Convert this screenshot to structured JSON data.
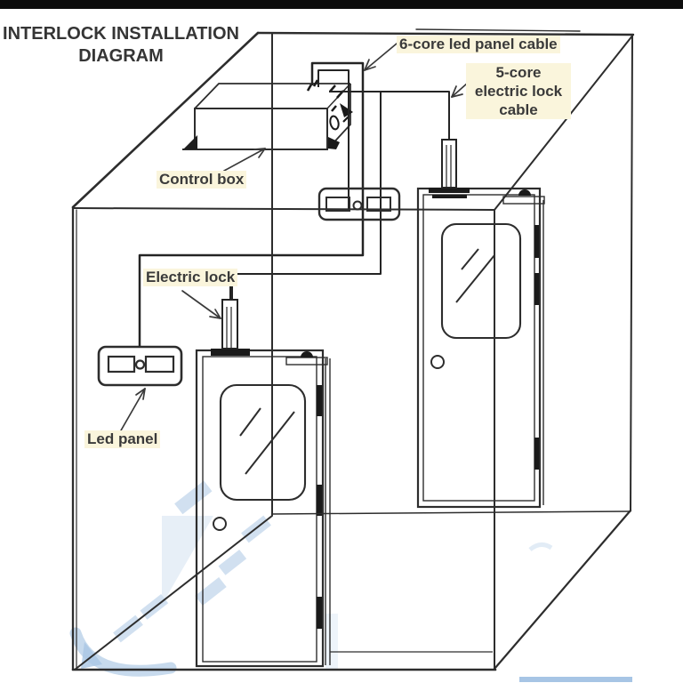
{
  "header": {
    "title": "INTERLOCK INSTALLATION\nDIAGRAM"
  },
  "labels": {
    "led_cable": "6-core led panel cable",
    "lock_cable": "5-core\nelectric lock\ncable",
    "control_box": "Control box",
    "electric_lock": "Electric lock",
    "led_panel": "Led panel"
  },
  "components": {
    "control_box": "control box mounted on ceiling",
    "led_panel_left": "led panel on left wall",
    "led_panel_ceiling": "led panel at ceiling near right door",
    "electric_lock_left": "electric lock on left door",
    "electric_lock_right": "electric lock on right door",
    "left_door": "interlock door with window",
    "right_door": "interlock door with window"
  },
  "colors": {
    "line": "#2d2d2d",
    "label_text": "#3a3a3a",
    "label_highlight": "#faf5dc",
    "top_bar": "#0d0d0d",
    "watermark_blue": "#b9d1e9"
  }
}
